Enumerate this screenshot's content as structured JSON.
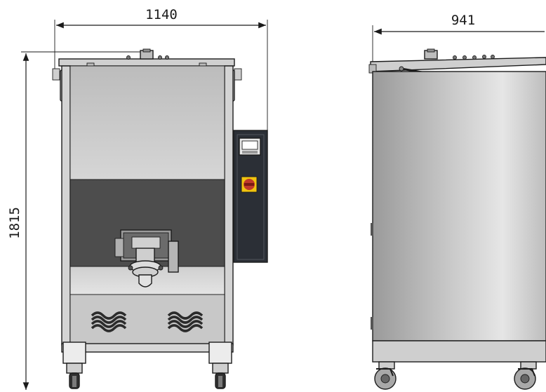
{
  "dimensions": {
    "front_width": "1140",
    "side_depth": "941",
    "height": "1815"
  },
  "colors": {
    "line": "#1a1a1a",
    "steel_light": "#d9d9d9",
    "steel_mid": "#b3b3b3",
    "steel_dark": "#8c8c8c",
    "cavity_dark": "#4d4d4d",
    "panel": "#2b2f36",
    "switch_red": "#c0392b",
    "switch_yellow": "#f1c40f"
  },
  "views": [
    "front-view",
    "side-view"
  ]
}
